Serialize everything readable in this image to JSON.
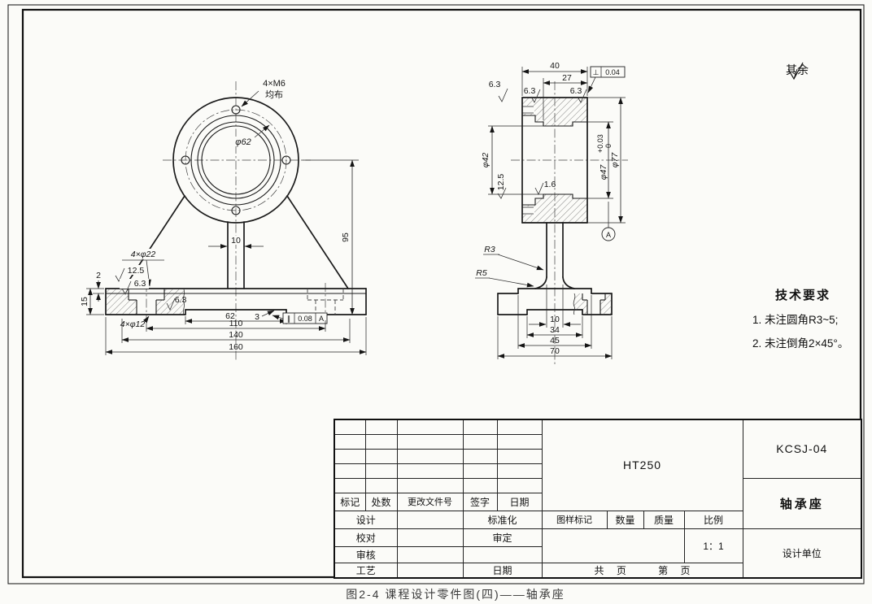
{
  "sheet": {
    "surface_label": "其余",
    "caption": "图2-4 课程设计零件图(四)——轴承座"
  },
  "tech": {
    "title": "技术要求",
    "item1": "1. 未注圆角R3~5;",
    "item2": "2. 未注倒角2×45°。"
  },
  "front": {
    "m6": "4×M6",
    "junbu": "均布",
    "phi62": "φ62",
    "d10": "10",
    "d95": "95",
    "holes22": "4×φ22",
    "r125": "12.5",
    "r63a": "6.3",
    "r63b": "6.3",
    "holes12": "4×φ12",
    "d15": "15",
    "d2": "2",
    "d62": "62",
    "d3": "3",
    "d110": "110",
    "d140": "140",
    "d160": "160",
    "tol_sym": "∥",
    "tol_val": "0.08",
    "tol_datum": "A"
  },
  "side": {
    "d40": "40",
    "d27": "27",
    "r63a": "6.3",
    "r63b": "6.3",
    "r63c": "6.3",
    "phi42": "φ42",
    "r125": "12.5",
    "r16": "1.6",
    "phi47": "φ47",
    "phi47_up": "+0.03",
    "phi47_lo": "0",
    "phi77": "φ77",
    "datum": "A",
    "perp_sym": "⊥",
    "perp_val": "0.04",
    "r3": "R3",
    "r5": "R5",
    "d10": "10",
    "d34": "34",
    "d45": "45",
    "d70": "70"
  },
  "titleblock": {
    "c_biaoji": "标记",
    "c_chushu": "处数",
    "c_genggai": "更改文件号",
    "c_qianzi": "签字",
    "c_riqi": "日期",
    "sheji": "设计",
    "biaozhunhua": "标准化",
    "jiaodui": "校对",
    "shending": "审定",
    "shenhe": "审核",
    "gongyi": "工艺",
    "riqi2": "日期",
    "material": "HT250",
    "tuyang": "图样标记",
    "shuliang": "数量",
    "zhiliang": "质量",
    "bili": "比例",
    "scale": "1：1",
    "pages": "共　 页　　　 第　 页",
    "code": "KCSJ-04",
    "part": "轴承座",
    "org": "设计单位"
  }
}
